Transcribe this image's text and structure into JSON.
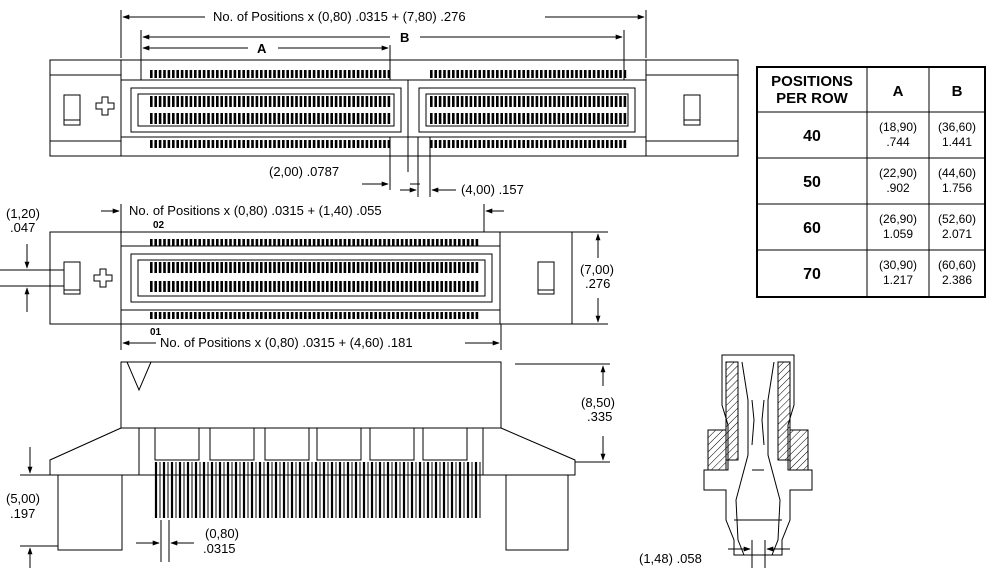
{
  "top_view": {
    "overall_dim": "No. of Positions x (0,80) .0315 + (7,80) .276",
    "label_a": "A",
    "label_b": "B",
    "gap_dim": "(2,00) .0787",
    "key_dim": "(4,00) .157"
  },
  "middle_view": {
    "left_dim_1": "(1,20)",
    "left_dim_2": ".047",
    "overall_dim": "No. of Positions x (0,80) .0315 + (1,40) .055",
    "pin_label_top": "02",
    "pin_label_bottom": "01",
    "height_dim_1": "(7,00)",
    "height_dim_2": ".276"
  },
  "side_view": {
    "overall_dim": "No. of Positions x (0,80) .0315 + (4,60) .181",
    "height_dim_1": "(8,50)",
    "height_dim_2": ".335",
    "tail_dim_1": "(5,00)",
    "tail_dim_2": ".197",
    "pitch_dim_1": "(0,80)",
    "pitch_dim_2": ".0315"
  },
  "section_view": {
    "width_dim": "(1,48) .058"
  },
  "table": {
    "header_positions_1": "POSITIONS",
    "header_positions_2": "PER ROW",
    "header_a": "A",
    "header_b": "B",
    "rows": [
      {
        "positions": "40",
        "a_mm": "(18,90)",
        "a_in": ".744",
        "b_mm": "(36,60)",
        "b_in": "1.441"
      },
      {
        "positions": "50",
        "a_mm": "(22,90)",
        "a_in": ".902",
        "b_mm": "(44,60)",
        "b_in": "1.756"
      },
      {
        "positions": "60",
        "a_mm": "(26,90)",
        "a_in": "1.059",
        "b_mm": "(52,60)",
        "b_in": "2.071"
      },
      {
        "positions": "70",
        "a_mm": "(30,90)",
        "a_in": "1.217",
        "b_mm": "(60,60)",
        "b_in": "2.386"
      }
    ]
  }
}
